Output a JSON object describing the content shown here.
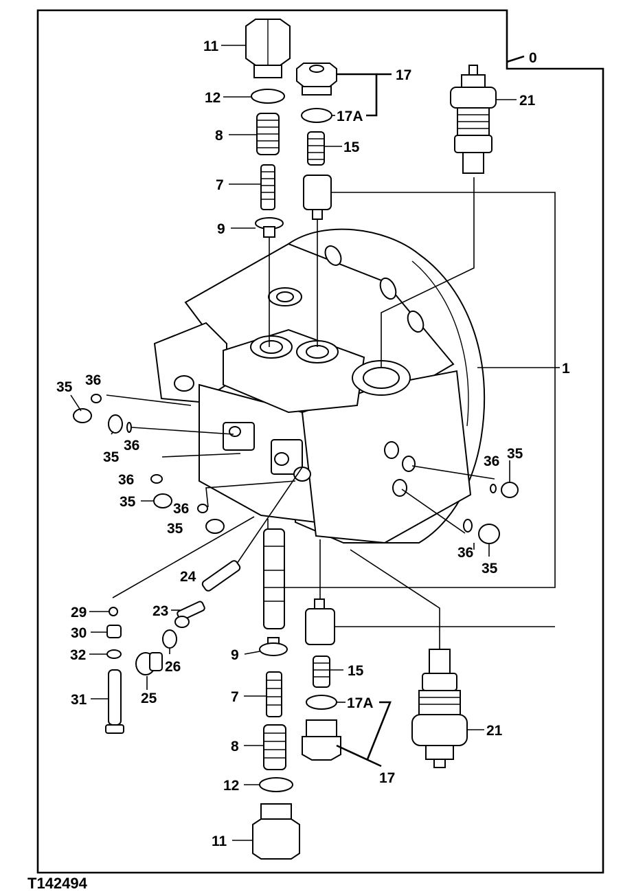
{
  "figure_id": "T142494",
  "callouts": {
    "c0": "0",
    "c1": "1",
    "c7a": "7",
    "c7b": "7",
    "c8a": "8",
    "c8b": "8",
    "c9a": "9",
    "c9b": "9",
    "c11a": "11",
    "c11b": "11",
    "c12a": "12",
    "c12b": "12",
    "c15a": "15",
    "c15b": "15",
    "c17a": "17",
    "c17b": "17",
    "c17Aa": "17A",
    "c17Ab": "17A",
    "c21a": "21",
    "c21b": "21",
    "c23": "23",
    "c24": "24",
    "c25": "25",
    "c26": "26",
    "c29": "29",
    "c30": "30",
    "c31": "31",
    "c32": "32",
    "c35a": "35",
    "c35b": "35",
    "c35c": "35",
    "c35d": "35",
    "c35e": "35",
    "c35f": "35",
    "c36a": "36",
    "c36b": "36",
    "c36c": "36",
    "c36d": "36",
    "c36e": "36",
    "c36f": "36"
  }
}
